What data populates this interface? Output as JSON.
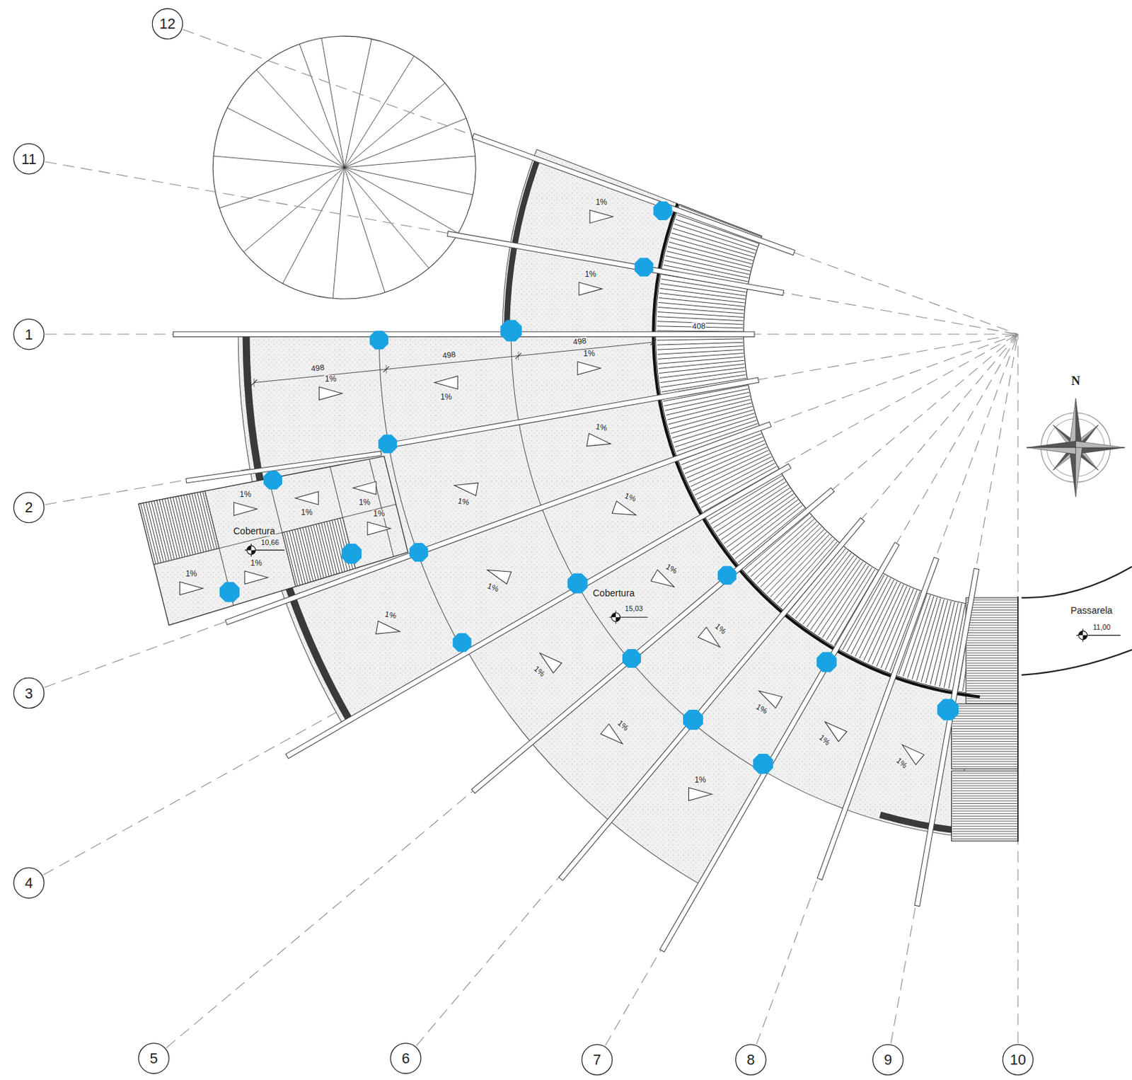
{
  "diagram": {
    "nodes": [
      {
        "text": [
          "12"
        ]
      },
      {
        "text": [
          "11"
        ]
      },
      {
        "text": [
          "1"
        ]
      },
      {
        "text": [
          "2"
        ]
      },
      {
        "text": [
          "3"
        ]
      },
      {
        "text": [
          "4"
        ]
      },
      {
        "text": [
          "5"
        ]
      },
      {
        "text": [
          "6"
        ]
      },
      {
        "text": [
          "7"
        ]
      },
      {
        "text": [
          "8"
        ]
      },
      {
        "text": [
          "9"
        ]
      },
      {
        "text": [
          "10"
        ]
      }
    ],
    "labels": [
      "N",
      "498",
      "498",
      "498",
      "408",
      "1%",
      "1%",
      "1%",
      "1%",
      "1%",
      "1%",
      "1%",
      "1%",
      "1%",
      "1%",
      "1%",
      "1%",
      "1%",
      "1%",
      "1%",
      "1%",
      "1%",
      "1%",
      "1%",
      "1%",
      "1%",
      "1%",
      "1%",
      "1%",
      "Cobertura",
      "10,66",
      "Cobertura",
      "15,03",
      "Passarela",
      "11,00"
    ]
  }
}
